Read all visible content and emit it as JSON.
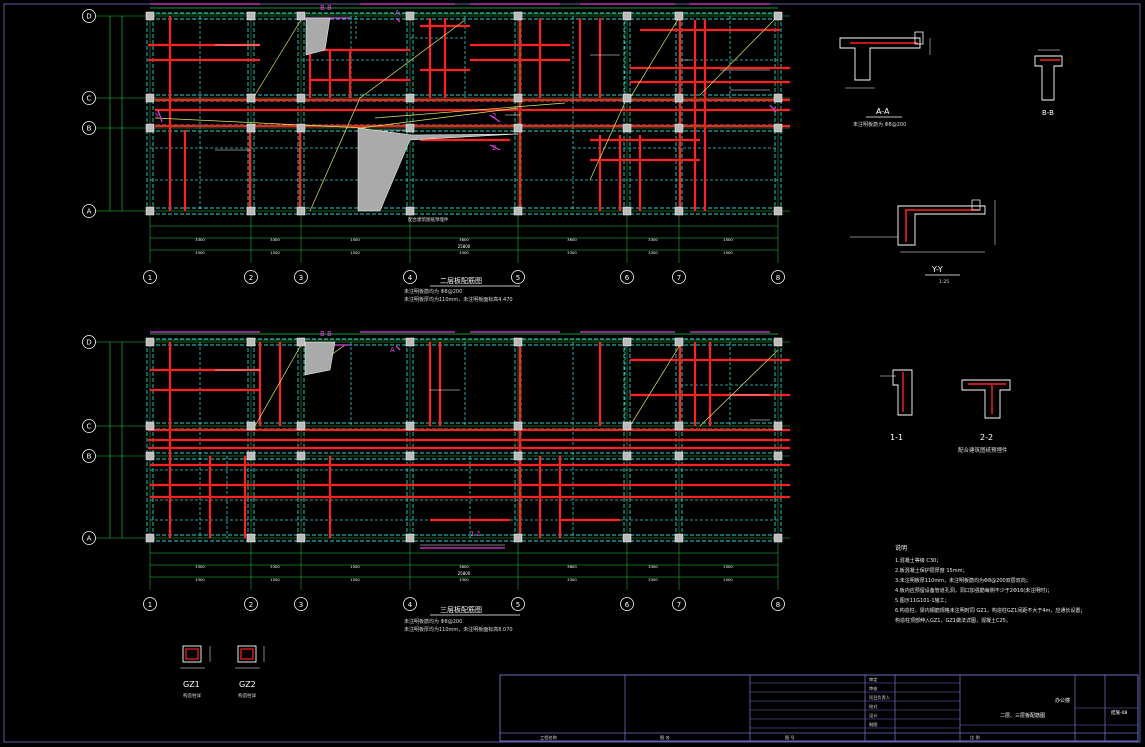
{
  "plan1": {
    "axis_letters": [
      "D",
      "C",
      "B",
      "A"
    ],
    "axis_numbers": [
      "1",
      "2",
      "3",
      "4",
      "5",
      "6",
      "7",
      "8"
    ],
    "title": "二层板配筋图",
    "note1": "未注明板筋均为 Φ8@200",
    "note2": "未注明板厚均为110mm，未注明板面标高4.470",
    "tag": "配合建筑图纸预埋件",
    "dim_top": [
      "3300",
      "1500",
      "1500",
      "3300",
      "3300",
      "3300",
      "1500",
      "3300"
    ],
    "dim_bottom": [
      "3300",
      "3300",
      "1500",
      "3600",
      "3600",
      "3300",
      "1500",
      "3300"
    ],
    "dim_total": "25800"
  },
  "plan2": {
    "axis_letters": [
      "D",
      "C",
      "B",
      "A"
    ],
    "axis_numbers": [
      "1",
      "2",
      "3",
      "4",
      "5",
      "6",
      "7",
      "8"
    ],
    "title": "三层板配筋图",
    "note1": "未注明板筋均为 Φ8@200",
    "note2": "未注明板厚均为110mm，未注明板面标高8.070",
    "dim_total": "25800"
  },
  "sections": {
    "aa_label": "A-A",
    "aa_note": "未注明板筋为 Φ8@200",
    "bb_label": "B-B",
    "yy_label": "Y-Y",
    "yy_sub": "1:25",
    "s11_label": "1-1",
    "s22_label": "2-2",
    "s22_note": "配合建筑图纸预埋件"
  },
  "notes": {
    "heading": "说明",
    "items": [
      "1.混凝土等级 C30；",
      "2.板混凝土保护层厚度 15mm；",
      "3.未注明板厚110mm，未注明板筋均为Φ8@200双层双向；",
      "4.板内应预留设备管道孔洞，洞口加强筋每侧不少于2Φ16(未注明时)；",
      "5.图示11G101-1施工；",
      "6.构造柱、梁内钢筋规格未注明时同 GZ1，构造柱GZ1间距不大于4m，应通长设置；",
      "  构造柱顶部伸入GZ1，GZ1做法详图，混凝土C25。"
    ]
  },
  "columns": {
    "gz1": "GZ1",
    "gz1_sub": "构造柱详",
    "gz2": "GZ2",
    "gz2_sub": "构造柱详"
  },
  "title_block": {
    "project": "办公楼",
    "drawing": "二层、三层板配筋图",
    "sheet": "结施-08",
    "rows": [
      "审定",
      "审核",
      "项目负责人",
      "校对",
      "设计",
      "制图"
    ],
    "bottom_cells": [
      "工程名称",
      "图 名",
      "图 号",
      "比 例"
    ]
  }
}
